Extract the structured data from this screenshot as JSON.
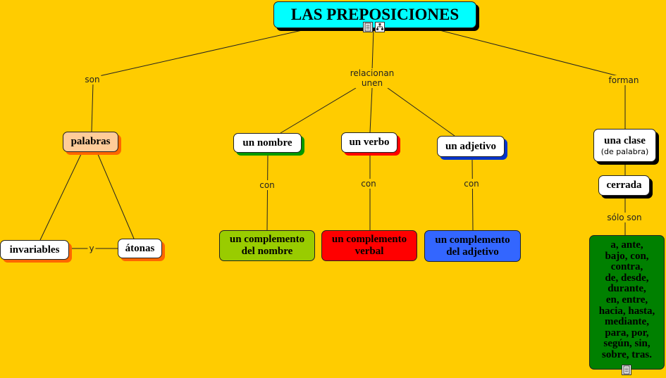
{
  "title": "LAS PREPOSICIONES",
  "links": {
    "son": "son",
    "relacionan_1": "relacionan",
    "relacionan_2": "unen",
    "forman": "forman",
    "y": "y",
    "con": "con",
    "solo_son": "sólo son"
  },
  "nodes": {
    "palabras": "palabras",
    "invariables": "invariables",
    "atonas": "átonas",
    "un_nombre": "un nombre",
    "un_verbo": "un verbo",
    "un_adjetivo": "un adjetivo",
    "una_clase": "una clase",
    "de_palabra": "(de palabra)",
    "cerrada": "cerrada",
    "comp_nombre_1": "un complemento",
    "comp_nombre_2": "del nombre",
    "comp_verbal_1": "un complemento",
    "comp_verbal_2": "verbal",
    "comp_adjetivo_1": "un complemento",
    "comp_adjetivo_2": "del adjetivo"
  },
  "prep_list": [
    "a, ante,",
    "bajo, con,",
    "contra,",
    "de, desde,",
    "durante,",
    "en, entre,",
    "hacia, hasta,",
    "mediante,",
    "para, por,",
    "según, sin,",
    "sobre, tras."
  ],
  "colors": {
    "background": "#ffcc00",
    "title": "#00ffff",
    "palabras": "#ffcc99",
    "comp_nombre": "#99cc00",
    "comp_verbal": "#ff0000",
    "comp_adjetivo": "#3366ff",
    "prep_list": "#008000"
  },
  "icons": [
    "document-icon",
    "hierarchy-icon",
    "document-icon"
  ]
}
